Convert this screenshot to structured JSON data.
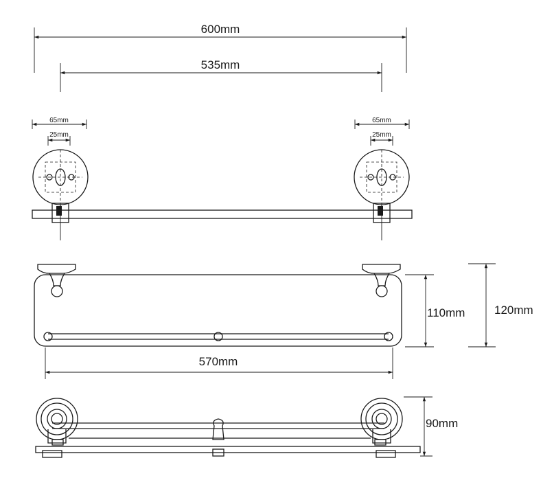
{
  "dimensions": {
    "overall_width": "600mm",
    "fixing_centres": "535mm",
    "backplate_left": "65mm",
    "fixing_spacing_left": "25mm",
    "backplate_right": "65mm",
    "fixing_spacing_right": "25mm",
    "glass_height": "110mm",
    "total_height": "120mm",
    "glass_length": "570mm",
    "projection": "90mm"
  },
  "colors": {
    "line": "#1a1a1a",
    "background": "#ffffff"
  }
}
